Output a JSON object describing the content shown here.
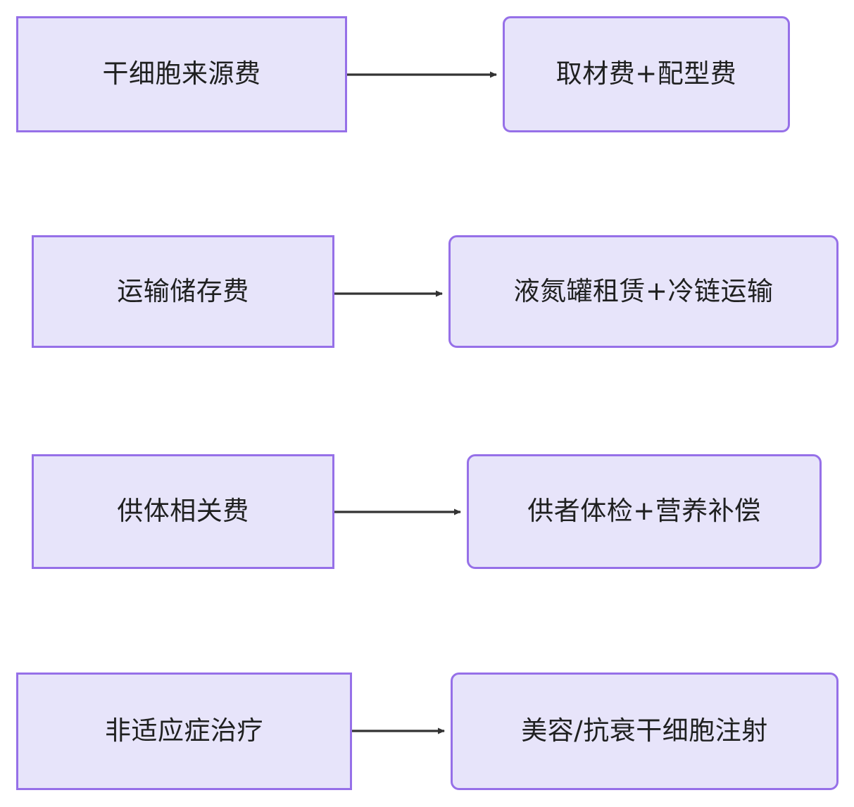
{
  "diagram": {
    "type": "flowchart",
    "direction": "left-to-right",
    "title": "",
    "theme": {
      "background": "#ffffff",
      "node_fill": "#e7e4fa",
      "node_border": "#9670e8",
      "node_text": "#1f2020",
      "edge_color": "#333333"
    },
    "rows": [
      {
        "id": "row-1",
        "source": {
          "label": "干细胞来源费",
          "shape": "rectangle"
        },
        "target": {
          "label": "取材费+配型费",
          "shape": "rounded-rectangle"
        },
        "edge": {
          "label": "",
          "arrow": "arrow-right-icon"
        }
      },
      {
        "id": "row-2",
        "source": {
          "label": "运输储存费",
          "shape": "rectangle"
        },
        "target": {
          "label": "液氮罐租赁+冷链运输",
          "shape": "rounded-rectangle"
        },
        "edge": {
          "label": "",
          "arrow": "arrow-right-icon"
        }
      },
      {
        "id": "row-3",
        "source": {
          "label": "供体相关费",
          "shape": "rectangle"
        },
        "target": {
          "label": "供者体检+营养补偿",
          "shape": "rounded-rectangle"
        },
        "edge": {
          "label": "",
          "arrow": "arrow-right-icon"
        }
      },
      {
        "id": "row-4",
        "source": {
          "label": "非适应症治疗",
          "shape": "rectangle"
        },
        "target": {
          "label": "美容/抗衰干细胞注射",
          "shape": "rounded-rectangle"
        },
        "edge": {
          "label": "",
          "arrow": "arrow-right-icon"
        }
      }
    ]
  }
}
